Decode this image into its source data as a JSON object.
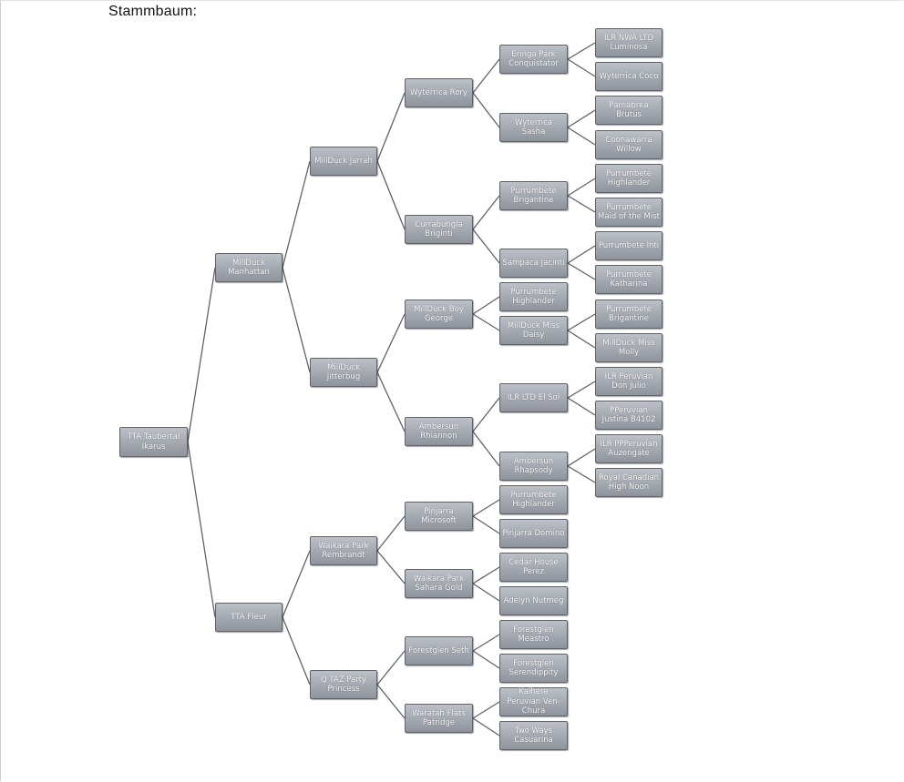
{
  "document": {
    "heading": "Stammbaum:"
  },
  "pedigree": {
    "name": "TTA Taubertal Ikarus",
    "sire": {
      "name": "MillDuck Manhattan",
      "sire": {
        "name": "MillDuck Jarrah",
        "sire": {
          "name": "Wyterrica Rory",
          "sire": {
            "name": "Eringa Park Conquistator",
            "sire": "ILR NWA LTD Luminosa",
            "dam": "Wyterrica Coco"
          },
          "dam": {
            "name": "Wyterrica Sasha",
            "sire": "Parnabrea Brutus",
            "dam": "Coonawarra Willow"
          }
        },
        "dam": {
          "name": "Currabungla Briginti",
          "sire": {
            "name": "Purrumbete Brigantine",
            "sire": "Purrumbete Highlander",
            "dam": "Purrumbete Maid of the Mist"
          },
          "dam": {
            "name": "Sampaca Jacinti",
            "sire": "Purrumbete Inti",
            "dam": "Purrumbete Katharina"
          }
        }
      },
      "dam": {
        "name": "MillDuck Jitterbug",
        "sire": {
          "name": "MillDuck Boy George",
          "sire": {
            "name": "Purrumbete Highlander"
          },
          "dam": {
            "name": "MillDuck Miss Daisy",
            "sire": "Purrumbete Brigantine",
            "dam": "MillDuck Miss Molly"
          }
        },
        "dam": {
          "name": "Ambersun Rhiannon",
          "sire": {
            "name": "ILR LTD El Sol",
            "sire": "ILR Peruvian Don Julio",
            "dam": "PPeruvian Justina B4102"
          },
          "dam": {
            "name": "Ambersun Rhapsody",
            "sire": "ILR PPPeruvian Auzengate",
            "dam": "Royal Canadian High Noon"
          }
        }
      }
    },
    "dam": {
      "name": "TTA Fleur",
      "sire": {
        "name": "Waikara Park Rembrandt",
        "sire": {
          "name": "Pinjarra Microsoft",
          "sire": {
            "name": "Purrumbete Highlander"
          },
          "dam": {
            "name": "Pinjarra Domino"
          }
        },
        "dam": {
          "name": "Waikara Park Sahara Gold",
          "sire": {
            "name": "Cedar House Perez"
          },
          "dam": {
            "name": "Adelyn Nutmeg"
          }
        }
      },
      "dam": {
        "name": "Q TAZ Party Princess",
        "sire": {
          "name": "Forestglen Seth",
          "sire": {
            "name": "Forestglen Meastro"
          },
          "dam": {
            "name": "Forestglen Serendippity"
          }
        },
        "dam": {
          "name": "Waratah Flats Patridge",
          "sire": {
            "name": "Kaihere Peruvian Ven-Chura"
          },
          "dam": {
            "name": "Two Ways Casuarina"
          }
        }
      }
    }
  },
  "colors": {
    "node_fill_top": "#bcc0c7",
    "node_fill_bottom": "#8f949c",
    "node_border": "#5e636b",
    "connector": "#5f6368",
    "node_text": "#ffffff"
  }
}
